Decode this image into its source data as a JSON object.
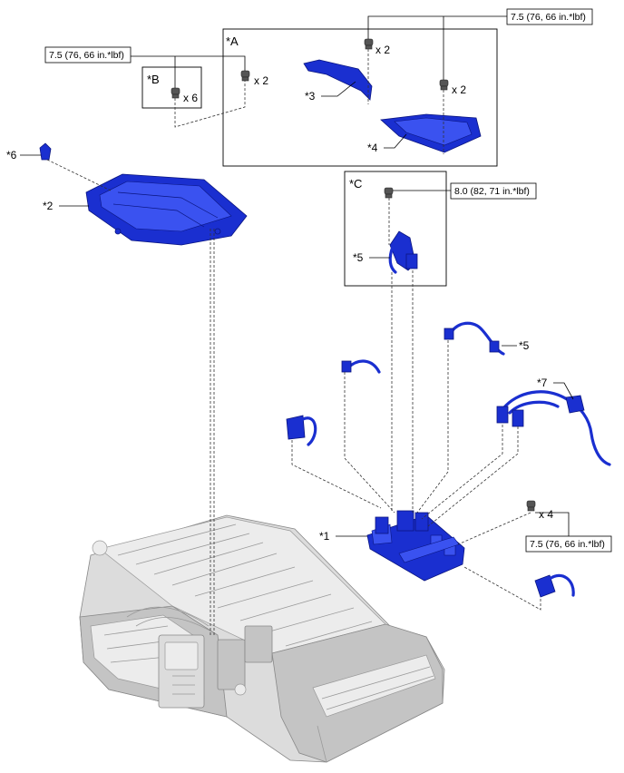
{
  "torque": {
    "top_right": "7.5 (76, 66 in.*lbf)",
    "top_left": "7.5 (76, 66 in.*lbf)",
    "box_c": "8.0 (82, 71 in.*lbf)",
    "right": "7.5 (76, 66 in.*lbf)"
  },
  "boxes": {
    "a": "*A",
    "b": "*B",
    "c": "*C"
  },
  "qty": {
    "b": "x 6",
    "a_left": "x 2",
    "a_top": "x 2",
    "a_right": "x 2",
    "right": "x 4"
  },
  "parts": {
    "p1": "*1",
    "p2": "*2",
    "p3": "*3",
    "p4": "*4",
    "p5_box": "*5",
    "p5_right": "*5",
    "p6": "*6",
    "p7": "*7"
  },
  "colors": {
    "part_blue": "#1a2fd0",
    "battery_grey": "#dcdcdc"
  }
}
